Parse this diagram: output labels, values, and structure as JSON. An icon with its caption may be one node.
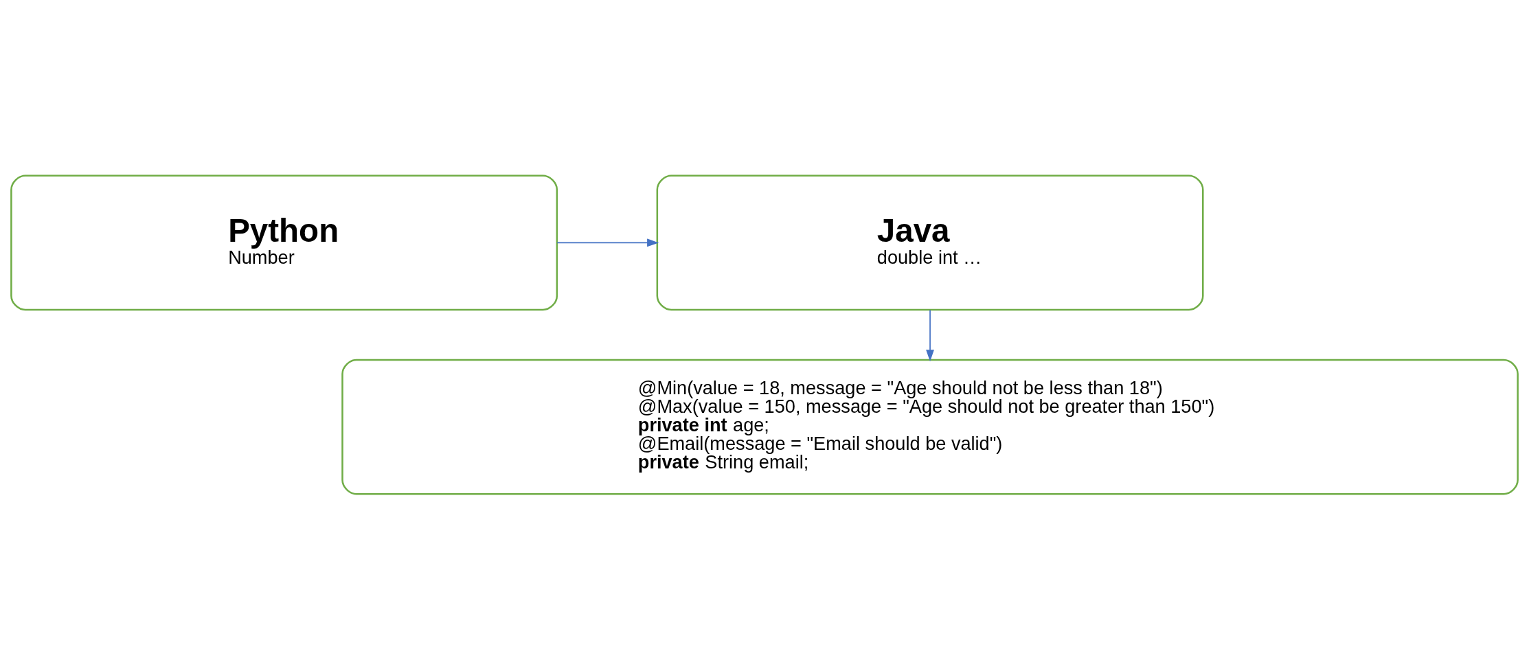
{
  "diagram": {
    "nodes": [
      {
        "text": [
          "Python",
          "Number"
        ]
      },
      {
        "text": [
          "Java",
          "double int …"
        ]
      },
      {
        "text": [
          "@Min(value = 18, message = \"Age should not be less than 18\")",
          "@Max(value = 150, message = \"Age should not be greater than 150\")",
          "**private int** age;",
          "@Email(message = \"Email should be valid\")",
          "**private** String email;"
        ]
      }
    ],
    "edges": [
      {
        "from": 0,
        "to": 1,
        "arrow": "to"
      },
      {
        "from": 1,
        "to": 2,
        "arrow": "to"
      }
    ]
  }
}
